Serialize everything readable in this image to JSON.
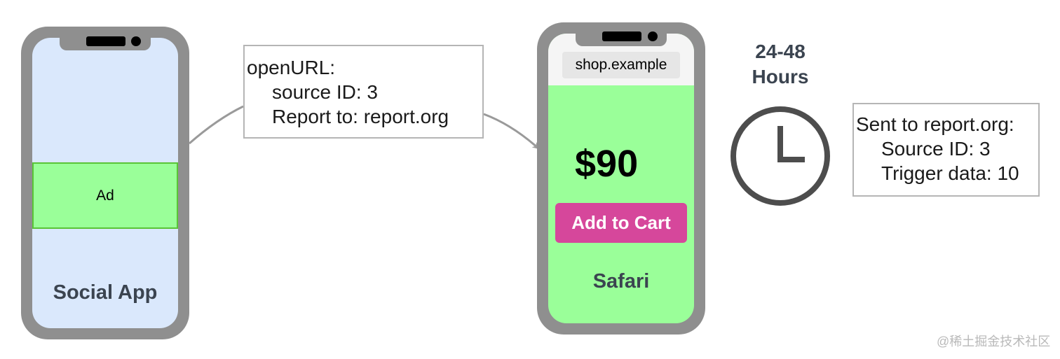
{
  "social_phone": {
    "ad_label": "Ad",
    "app_label": "Social App"
  },
  "open_url_box": {
    "line1": "openURL:",
    "line2": "source ID: 3",
    "line3": "Report to: report.org"
  },
  "browser_phone": {
    "url": "shop.example",
    "price": "$90",
    "cart_button": "Add to Cart",
    "browser_label": "Safari"
  },
  "timer": {
    "duration_line1": "24-48",
    "duration_line2": "Hours",
    "icon": "clock-icon"
  },
  "report_box": {
    "line1": "Sent to report.org:",
    "line2": "Source ID: 3",
    "line3": "Trigger data: 10"
  },
  "watermark": "@稀土掘金技术社区",
  "colors": {
    "phone_frame": "#8f8f8f",
    "social_screen": "#dae8fc",
    "ad_fill": "#9aff99",
    "ad_border": "#59c436",
    "browser_screen": "#9aff99",
    "cart_button": "#d6479b",
    "label_text": "#3b4450",
    "clock": "#4d4d4d",
    "connector": "#9a9a9a"
  }
}
